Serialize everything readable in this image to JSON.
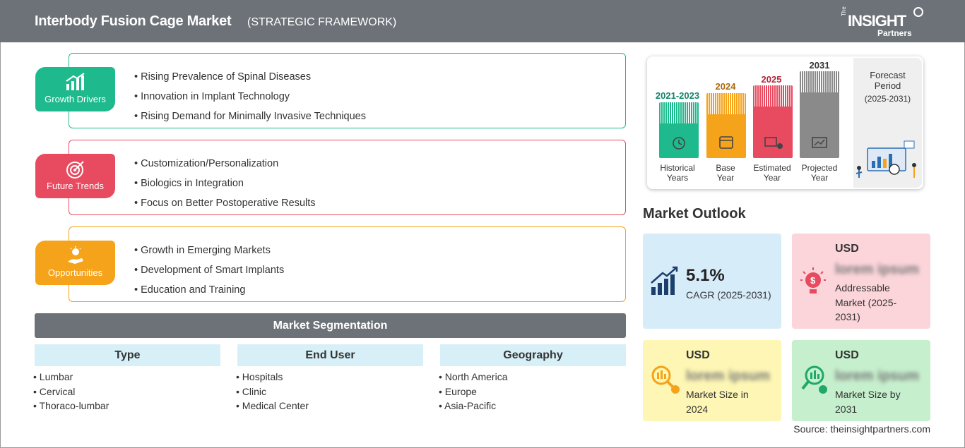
{
  "header": {
    "title": "Interbody Fusion Cage Market",
    "subtitle": "(STRATEGIC FRAMEWORK)",
    "logo_small": "The",
    "logo_main": "INSIGHT",
    "logo_sub": "Partners"
  },
  "framework": {
    "drivers": {
      "label": "Growth Drivers",
      "color": "#1fb98e",
      "items": [
        "Rising Prevalence of Spinal Diseases",
        "Innovation in Implant Technology",
        "Rising Demand for Minimally Invasive Techniques"
      ]
    },
    "trends": {
      "label": "Future Trends",
      "color": "#e84a5f",
      "items": [
        "Customization/Personalization",
        "Biologics in Integration",
        "Focus on Better Postoperative Results"
      ]
    },
    "opportunities": {
      "label": "Opportunities",
      "color": "#f5a31a",
      "items": [
        "Growth in Emerging Markets",
        "Development of Smart Implants",
        "Education and Training"
      ]
    }
  },
  "segmentation": {
    "title": "Market Segmentation",
    "columns": [
      {
        "head": "Type",
        "items": [
          "Lumbar",
          "Cervical",
          "Thoraco-lumbar"
        ]
      },
      {
        "head": "End User",
        "items": [
          "Hospitals",
          "Clinic",
          "Medical Center"
        ]
      },
      {
        "head": "Geography",
        "items": [
          "North America",
          "Europe",
          "Asia-Pacific"
        ]
      }
    ]
  },
  "timeline": {
    "bars": [
      {
        "year": "2021-2023",
        "caption1": "Historical",
        "caption2": "Years",
        "color": "#1fb98e",
        "year_color": "#12866a",
        "icon": "history-icon"
      },
      {
        "year": "2024",
        "caption1": "Base",
        "caption2": "Year",
        "color": "#f5a31a",
        "year_color": "#a86a0a",
        "icon": "calendar-icon"
      },
      {
        "year": "2025",
        "caption1": "Estimated",
        "caption2": "Year",
        "color": "#e84a5f",
        "year_color": "#b0283a",
        "icon": "estimate-icon"
      },
      {
        "year": "2031",
        "caption1": "Projected",
        "caption2": "Year",
        "color": "#8a8a8a",
        "year_color": "#333333",
        "icon": "projection-icon"
      }
    ],
    "forecast_title": "Forecast Period",
    "forecast_range": "(2025-2031)"
  },
  "outlook": {
    "title": "Market Outlook",
    "cagr_value": "5.1%",
    "cagr_label": "CAGR (2025-2031)",
    "addressable_usd": "USD",
    "addressable_value": "lorem ipsum",
    "addressable_label": "Addressable Market (2025-2031)",
    "size2024_usd": "USD",
    "size2024_value": "lorem ipsum",
    "size2024_label": "Market Size in 2024",
    "size2031_usd": "USD",
    "size2031_value": "lorem ipsum",
    "size2031_label": "Market Size by 2031"
  },
  "source": "Source: theinsightpartners.com"
}
